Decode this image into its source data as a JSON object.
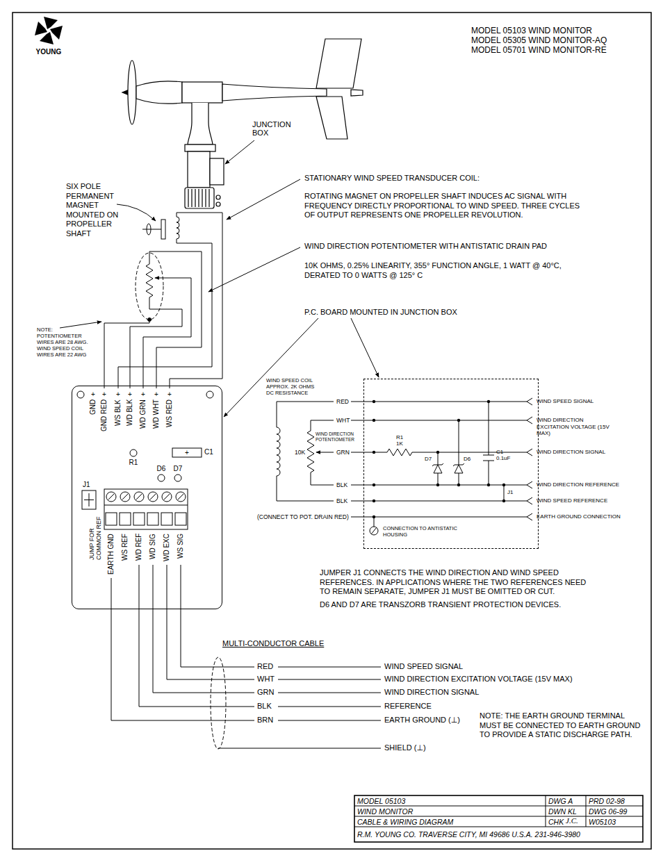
{
  "diagram": {
    "nodes": [
      {
        "text": [
          "GND",
          "+",
          "GND RED",
          "+",
          "WS BLK",
          "+",
          "WD BLK",
          "+",
          "WD GRN",
          "+",
          "WD WHT",
          "+",
          "WS RED",
          "+",
          "R1",
          "+",
          "C1",
          "J1",
          "JUMP FOR COMMON REF",
          "D6",
          "D7",
          "EARTH GND",
          "WS REF",
          "WD REF",
          "WD SIG",
          "WD EXC",
          "WS SIG"
        ]
      },
      {
        "text": [
          "R1",
          "1K",
          "D7",
          "D6",
          "C1",
          "0.1uF",
          "J1",
          "CONNECTION TO ANTISTATIC HOUSING"
        ]
      }
    ],
    "labels": [
      "MODEL 05103 WIND MONITOR",
      "MODEL 05305 WIND MONITOR-AQ",
      "MODEL 05701 WIND MONITOR-RE",
      "YOUNG",
      "JUNCTION BOX",
      "STATIONARY WIND SPEED TRANSDUCER COIL:",
      "ROTATING MAGNET ON PROPELLER SHAFT INDUCES AC SIGNAL WITH FREQUENCY DIRECTLY PROPORTIONAL TO WIND SPEED. THREE CYCLES OF OUTPUT REPRESENTS ONE PROPELLER REVOLUTION.",
      "SIX POLE PERMANENT MAGNET MOUNTED ON PROPELLER SHAFT",
      "WIND DIRECTION POTENTIOMETER WITH ANTISTATIC DRAIN PAD",
      "10K OHMS, 0.25% LINEARITY, 355° FUNCTION ANGLE, 1 WATT @ 40°C, DERATED TO 0 WATTS @ 125° C",
      "P.C. BOARD MOUNTED IN JUNCTION BOX",
      "NOTE: POTENTIOMETER WIRES ARE 28 AWG. WIND SPEED COIL WIRES ARE 22 AWG",
      "WIND SPEED COIL APPROX. 2K OHMS DC RESISTANCE",
      "RED",
      "WHT",
      "10K",
      "WIND DIRECTION POTENTIOMETER",
      "GRN",
      "BLK",
      "BLK",
      "(CONNECT TO POT. DRAIN RED)",
      "WIND SPEED SIGNAL",
      "WIND DIRECTION EXCITATION VOLTAGE (15V MAX)",
      "WIND DIRECTION SIGNAL",
      "WIND DIRECTION REFERENCE",
      "WIND SPEED REFERENCE",
      "EARTH GROUND CONNECTION",
      "JUMPER J1 CONNECTS THE WIND DIRECTION AND WIND SPEED REFERENCES. IN APPLICATIONS WHERE THE TWO REFERENCES NEED TO REMAIN SEPARATE, JUMPER J1 MUST BE OMITTED OR CUT.",
      "D6 AND D7 ARE TRANSZORB TRANSIENT PROTECTION DEVICES.",
      "MULTI-CONDUCTOR CABLE",
      "RED",
      "WIND SPEED SIGNAL",
      "WHT",
      "WIND DIRECTION EXCITATION VOLTAGE (15V MAX)",
      "GRN",
      "WIND DIRECTION SIGNAL",
      "BLK",
      "REFERENCE",
      "BRN",
      "EARTH GROUND (⊥)",
      "NOTE: THE EARTH GROUND TERMINAL MUST BE CONNECTED TO EARTH GROUND TO PROVIDE A STATIC DISCHARGE PATH.",
      "SHIELD (⊥)",
      "MODEL 05103",
      "DWG A",
      "PRD 02-98",
      "WIND MONITOR",
      "DWN KL",
      "DWG 06-99",
      "CABLE & WIRING DIAGRAM",
      "CHK",
      "J.C.",
      "W05103",
      "R.M. YOUNG CO. TRAVERSE CITY, MI 49686 U.S.A. 231-946-3980"
    ]
  }
}
